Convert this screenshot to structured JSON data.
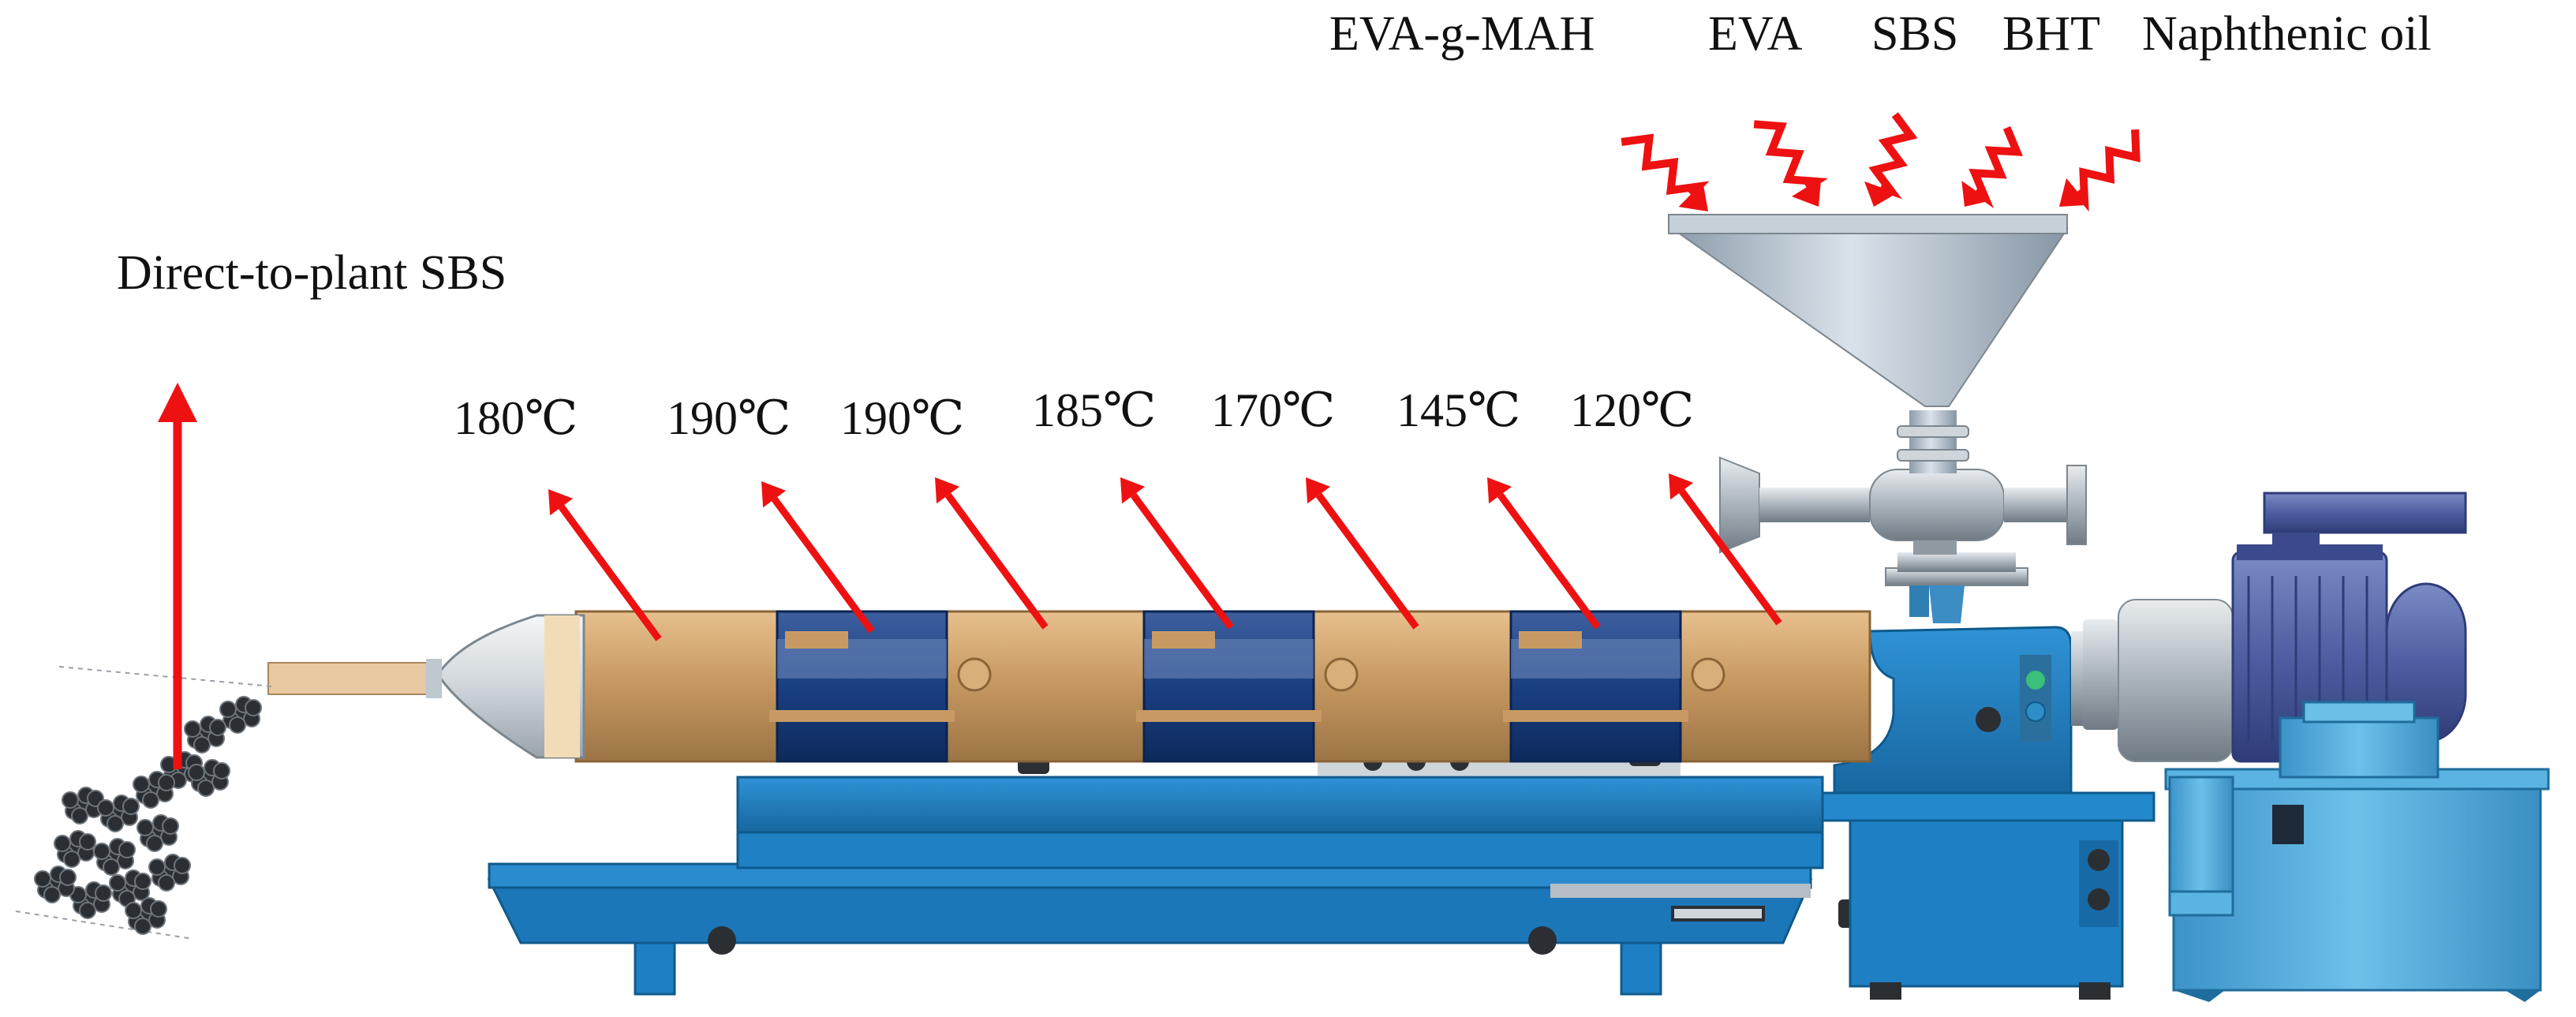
{
  "ingredients": [
    "EVA-g-MAH",
    "EVA",
    "SBS",
    "BHT",
    "Naphthenic oil"
  ],
  "temperatures": [
    "180℃",
    "190℃",
    "190℃",
    "185℃",
    "170℃",
    "145℃",
    "120℃"
  ],
  "product_label": "Direct-to-plant SBS",
  "colors": {
    "arrow": "#ee1111",
    "barrel": "#c89a63",
    "frame": "#1f7fc4",
    "heater": "#1a3f82",
    "hopper": "#b9c7d2",
    "motor": "#5b6cae",
    "oil_tank": "#4fa8d8",
    "pellet": "#2b2f33"
  },
  "icons": [
    "feed-arrow-icon",
    "vent-arrow-icon",
    "product-arrow-icon",
    "pellet-icon"
  ]
}
